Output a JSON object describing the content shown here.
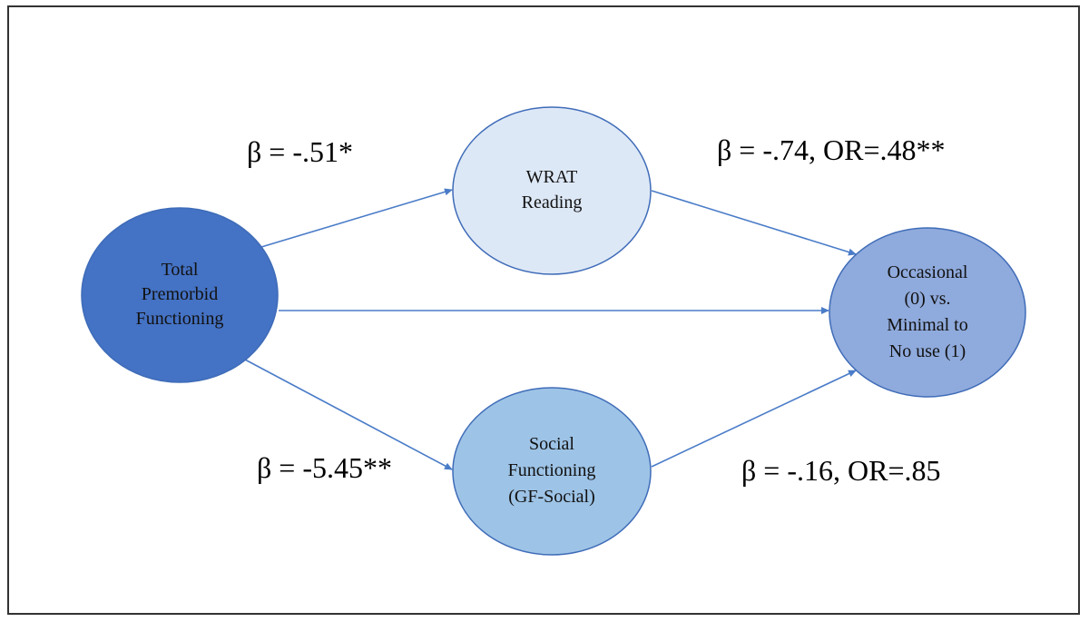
{
  "nodes": {
    "total_premorbid": {
      "lines": [
        "Total",
        "Premorbid",
        "Functioning"
      ],
      "fill": "#4472c4"
    },
    "wrat_reading": {
      "lines": [
        "WRAT",
        "Reading"
      ],
      "fill": "#dde8f6"
    },
    "social_functioning": {
      "lines": [
        "Social",
        "Functioning",
        "(GF-Social)"
      ],
      "fill": "#9dc3e6"
    },
    "outcome": {
      "lines": [
        "Occasional",
        "(0) vs.",
        "Minimal to",
        "No use (1)"
      ],
      "fill": "#8faadc"
    }
  },
  "paths": {
    "total_to_wrat": "β = -.51*",
    "wrat_to_outcome": "β = -.74, OR=.48**",
    "total_to_social": "β = -5.45**",
    "social_to_outcome": "β = -.16, OR=.85"
  },
  "colors": {
    "arrow": "#4a7cc8",
    "node_stroke": "#3f6cb8",
    "frame": "#333333"
  }
}
